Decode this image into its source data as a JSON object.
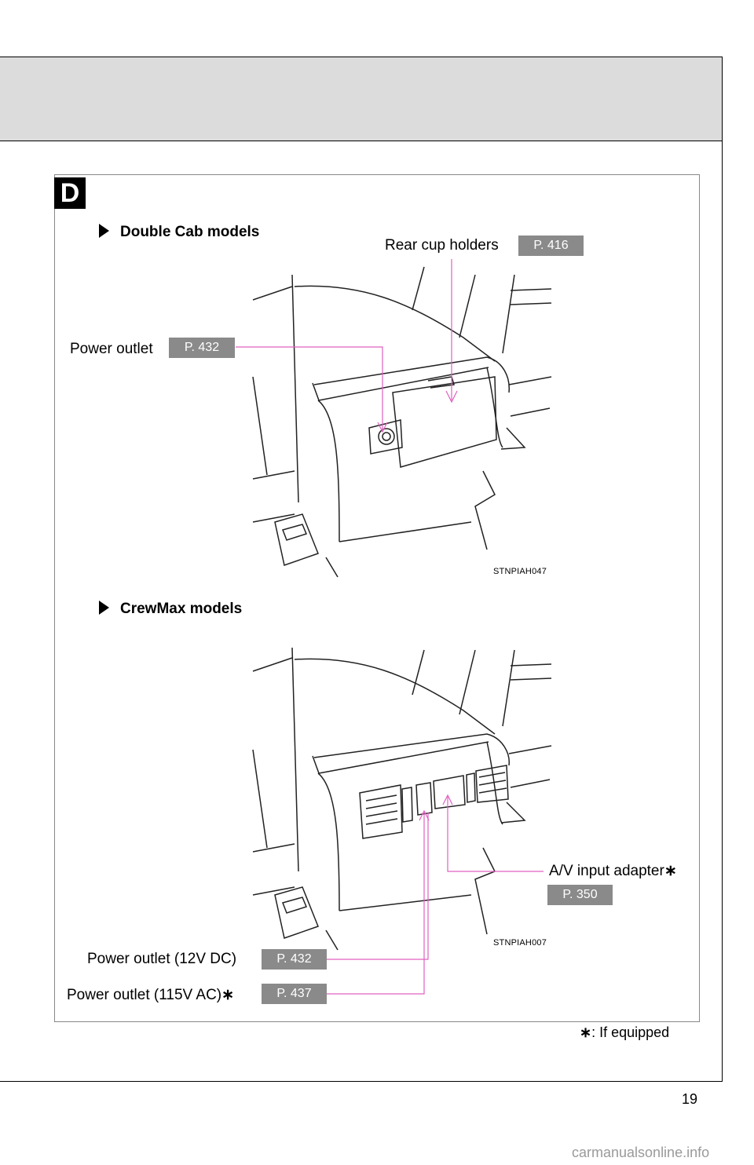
{
  "section_letter": "D",
  "double_cab": {
    "heading": "Double Cab models",
    "callouts": {
      "rear_cup_holders": {
        "label": "Rear cup holders",
        "page": "P. 416"
      },
      "power_outlet": {
        "label": "Power outlet",
        "page": "P. 432"
      }
    },
    "image_code": "STNPIAH047"
  },
  "crewmax": {
    "heading": "CrewMax models",
    "callouts": {
      "av_input": {
        "label": "A/V input adapter",
        "mark": "∗",
        "page": "P. 350"
      },
      "power_12v": {
        "label": "Power outlet (12V DC)",
        "page": "P. 432"
      },
      "power_115v": {
        "label": "Power outlet (115V AC)",
        "mark": "∗",
        "page": "P. 437"
      }
    },
    "image_code": "STNPIAH007"
  },
  "footnote": {
    "mark": "∗",
    "text": ": If equipped"
  },
  "page_number": "19",
  "watermark": "carmanualsonline.info",
  "colors": {
    "leader_line": "#e060c0",
    "page_box": "#8a8a8a",
    "header_band": "#dcdcdc"
  }
}
